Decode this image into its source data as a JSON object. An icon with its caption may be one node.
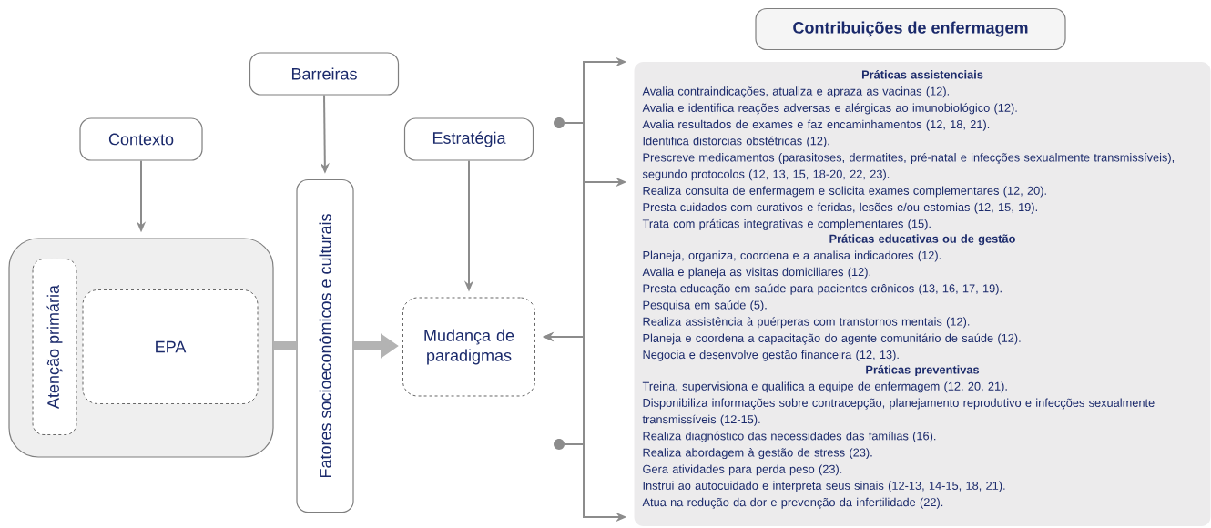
{
  "diagram": {
    "nodes": [
      {
        "text": [
          "Contexto"
        ]
      },
      {
        "text": [
          "Barreiras"
        ]
      },
      {
        "text": [
          "Estratégia"
        ]
      },
      {
        "text": [],
        "shape": "box"
      },
      {
        "text": [
          "Atenção primária"
        ],
        "in": 3
      },
      {
        "text": [
          "EPA"
        ],
        "in": 3
      },
      {
        "text": [
          "Fatores socioeconômicos e culturais"
        ]
      },
      {
        "text": [
          "Mudança de paradigmas"
        ]
      },
      {
        "text": [
          "Contribuições de enfermagem"
        ]
      },
      {
        "text": [],
        "shape": "box"
      },
      {
        "text": [
          "Práticas assistenciais",
          "Avalia contraindicações, atualiza e apraza as vacinas (12).",
          "Avalia e identifica reações adversas e alérgicas ao imunobiológico (12).",
          "Avalia resultados de exames e faz encaminhamentos (12, 18, 21).",
          "Identifica distorcias obstétricas (12).",
          "Prescreve medicamentos (parasitoses, dermatites, pré-natal e infecções sexualmente transmissíveis), segundo protocolos (12, 13, 15, 18-20, 22, 23).",
          "Realiza consulta de enfermagem e solicita exames complementares (12, 20).",
          "Presta cuidados com curativos e feridas, lesões e/ou estomias (12, 15, 19).",
          "Trata com práticas integrativas e complementares (15)."
        ],
        "in": 9
      },
      {
        "text": [
          "Práticas educativas ou de gestão",
          "Planeja, organiza, coordena e a analisa indicadores (12).",
          "Avalia e planeja as visitas domiciliares (12).",
          "Presta educação em saúde para pacientes crônicos (13, 16, 17, 19).",
          "Pesquisa em saúde (5).",
          "Realiza assistência à puérperas com transtornos mentais (12).",
          "Planeja e coordena a capacitação do agente comunitário de saúde (12).",
          "Negocia e desenvolve gestão financeira (12, 13)."
        ],
        "in": 9
      },
      {
        "text": [
          "Práticas preventivas",
          "Treina, supervisiona e qualifica a equipe de enfermagem (12, 20, 21).",
          "Disponibiliza informações sobre contracepção, planejamento reprodutivo e infecções sexualmente transmissíveis (12-15).",
          "Realiza diagnóstico das necessidades das famílias (16).",
          "Realiza abordagem à gestão de stress (23).",
          "Gera atividades para perda peso (23).",
          "Instrui ao autocuidado e interpreta seus sinais (12-13, 14-15, 18, 21).",
          "Atua na redução da dor e prevenção da infertilidade (22)."
        ],
        "in": 9
      },
      {
        "text": [],
        "shape": "circle"
      },
      {
        "text": [],
        "shape": "circle"
      }
    ],
    "edges": [
      {
        "from": 0,
        "to": 3,
        "arrow": "to"
      },
      {
        "from": 1,
        "to": 6,
        "arrow": "to"
      },
      {
        "from": 2,
        "to": 7,
        "arrow": "to"
      },
      {
        "from": 3,
        "to": 6,
        "arrow": "none",
        "style": "thick",
        "color": "#b3b3b3"
      },
      {
        "from": 6,
        "to": 7,
        "arrow": "to",
        "style": "thick",
        "color": "#b3b3b3"
      },
      {
        "from": 13,
        "to": 9,
        "arrow": "to"
      },
      {
        "from": 13,
        "to": 9,
        "arrow": "to"
      },
      {
        "from": 13,
        "to": 7,
        "arrow": "to"
      },
      {
        "from": 14,
        "to": 7,
        "arrow": "to"
      },
      {
        "from": 14,
        "to": 9,
        "arrow": "to"
      }
    ]
  }
}
